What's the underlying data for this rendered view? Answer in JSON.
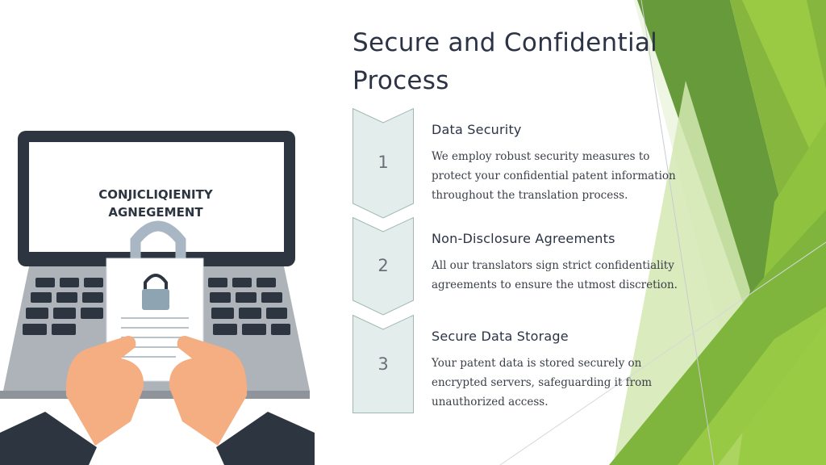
{
  "slide": {
    "title": "Secure and Confidential Process",
    "steps": [
      {
        "number": "1",
        "title": "Data Security",
        "description": "We employ robust security measures to protect your confidential patent information throughout the translation process."
      },
      {
        "number": "2",
        "title": "Non-Disclosure Agreements",
        "description": "All our translators sign strict confidentiality agreements to ensure the utmost discretion."
      },
      {
        "number": "3",
        "title": "Secure Data Storage",
        "description": "Your patent data is stored securely on encrypted servers, safeguarding it from unauthorized access."
      }
    ]
  },
  "illustration": {
    "screen_text_line1": "CONJICLIQIENITY",
    "screen_text_line2": "AGNEGEMENT"
  },
  "colors": {
    "title_text": "#2b3345",
    "chevron_fill": "#e3eeec",
    "chevron_stroke": "#9fb8b1",
    "accent_green_dark": "#5e9e35",
    "accent_green_light": "#9ccc45"
  }
}
